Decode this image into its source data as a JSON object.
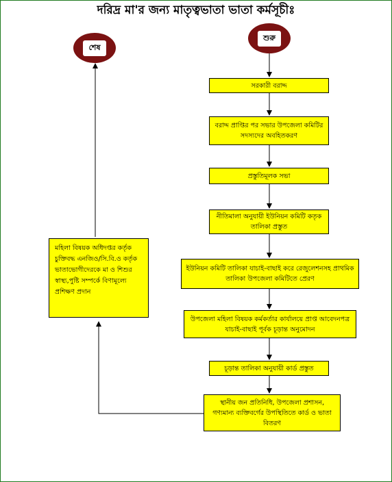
{
  "title": "দরিদ্র মা'র জন্য মাতৃত্বভাতা ভাতা কর্মসূচীঃ",
  "nodes": {
    "start": "শুরু",
    "end": "শেষ",
    "step1": "সরকারী বরাদ্দ",
    "step2": "বরাদ্দ প্রাপ্তির পর সভার উপজেলা কমিটির সদস্যদের অবহিতকরণ",
    "step3": "প্রস্তুতিমূলক সভা",
    "step4": "নীতিমালা অনুযায়ী ইউনিয়ন কমিটি কতৃক তালিকা প্রস্তুত",
    "step5": "ইউনিয়ন কমিটি তালিকা যাচাই-বাছাই করে রেজুলেশনসহ প্রাথমিক তালিকা উপজেলা কমিটিতে প্রেরণ",
    "step6": "উপজেলা মহিলা বিষয়ক কর্মকর্তার কার্যালয়ে প্রাপ্ত আবেদনপত্র যাচাই-বাছাই পূর্বক চূড়ান্ত অনুমোদন",
    "step7": "চূড়ান্ত তালিকা অনুযায়ী কার্ড প্রস্তুত",
    "step8": "স্থানীয় জন প্রতিনিধি, উপজেলা প্রশাসন, গণ্যমান্য ব্যক্তিবর্গের উপস্থিতিতে কার্ড ও ভাতা বিতরণ",
    "training": "মহিলা বিষয়ক অধিদপ্তর কর্তৃক চুক্তিবদ্ধ এনজিও/সি.বি.ও কর্তৃক ভাতাভোগীদেরকে মা ও শিশুর স্বাস্থ্য,পুষ্টি সম্পর্কে বিণামূল্যে প্রশিক্ষণ প্রদান"
  }
}
